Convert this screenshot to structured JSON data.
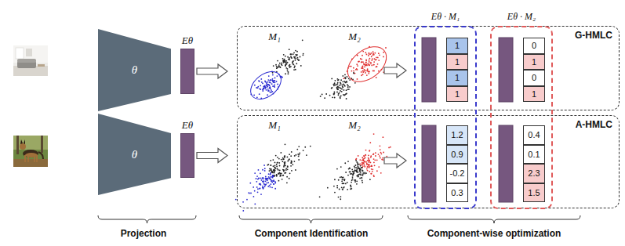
{
  "diagram": {
    "nodes": [
      {
        "text": [
          "θ"
        ]
      },
      {
        "text": [
          "Eθ"
        ]
      },
      {
        "text": [
          "G-HMLC"
        ]
      },
      {
        "text": [
          "θ"
        ]
      },
      {
        "text": [
          "Eθ"
        ]
      },
      {
        "text": [
          "A-HMLC"
        ]
      },
      {
        "text": [
          "Eθ · M₁"
        ]
      },
      {
        "text": [
          "Eθ · M₂"
        ]
      }
    ],
    "edges": [
      {
        "from": 1,
        "to": 2,
        "arrow": "to"
      },
      {
        "from": 4,
        "to": 5,
        "arrow": "to"
      }
    ],
    "labels": [
      "M₁",
      "M₂",
      "1",
      "1",
      "1",
      "1",
      "0",
      "1",
      "0",
      "1",
      "M₁",
      "M₂",
      "1.2",
      "0.9",
      "-0.2",
      "0.3",
      "0.4",
      "0.1",
      "2.3",
      "1.5",
      "Projection",
      "Component Identification",
      "Component-wise optimization"
    ]
  }
}
